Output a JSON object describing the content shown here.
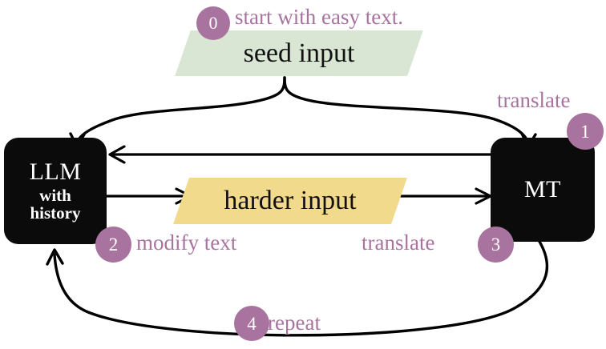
{
  "diagram": {
    "title": "LLM MT iterative hardening loop",
    "colors": {
      "accent_mauve": "#a8739e",
      "seed_green": "#d9e6d4",
      "harder_yellow": "#f2da8d",
      "box_black": "#0b0b0b",
      "text_black": "#111111",
      "background": "#ffffff"
    },
    "nodes": {
      "llm": {
        "title": "LLM",
        "sub_line_1": "with",
        "sub_line_2": "history"
      },
      "mt": {
        "title": "MT"
      },
      "seed_input": {
        "label": "seed input"
      },
      "harder_input": {
        "label": "harder input"
      }
    },
    "steps": [
      {
        "number": "0",
        "label": "start with easy text."
      },
      {
        "number": "1",
        "label": "translate"
      },
      {
        "number": "2",
        "label": "modify text"
      },
      {
        "number": "3",
        "label": "translate"
      },
      {
        "number": "4",
        "label": "repeat"
      }
    ],
    "edges": [
      {
        "name": "seed-to-llm",
        "from": "seed input",
        "to": "LLM with history",
        "style": "curved-arrow"
      },
      {
        "name": "seed-to-mt",
        "from": "seed input",
        "to": "MT",
        "style": "curved-arrow"
      },
      {
        "name": "mt-to-llm",
        "from": "MT",
        "to": "LLM with history",
        "style": "straight-arrow-left"
      },
      {
        "name": "llm-to-harder",
        "from": "LLM with history",
        "to": "harder input",
        "style": "straight-arrow-right"
      },
      {
        "name": "harder-to-mt",
        "from": "harder input",
        "to": "MT",
        "style": "straight-arrow-right"
      },
      {
        "name": "mt-to-llm-repeat",
        "from": "MT",
        "to": "LLM with history",
        "style": "curved-arrow-bottom"
      }
    ]
  }
}
